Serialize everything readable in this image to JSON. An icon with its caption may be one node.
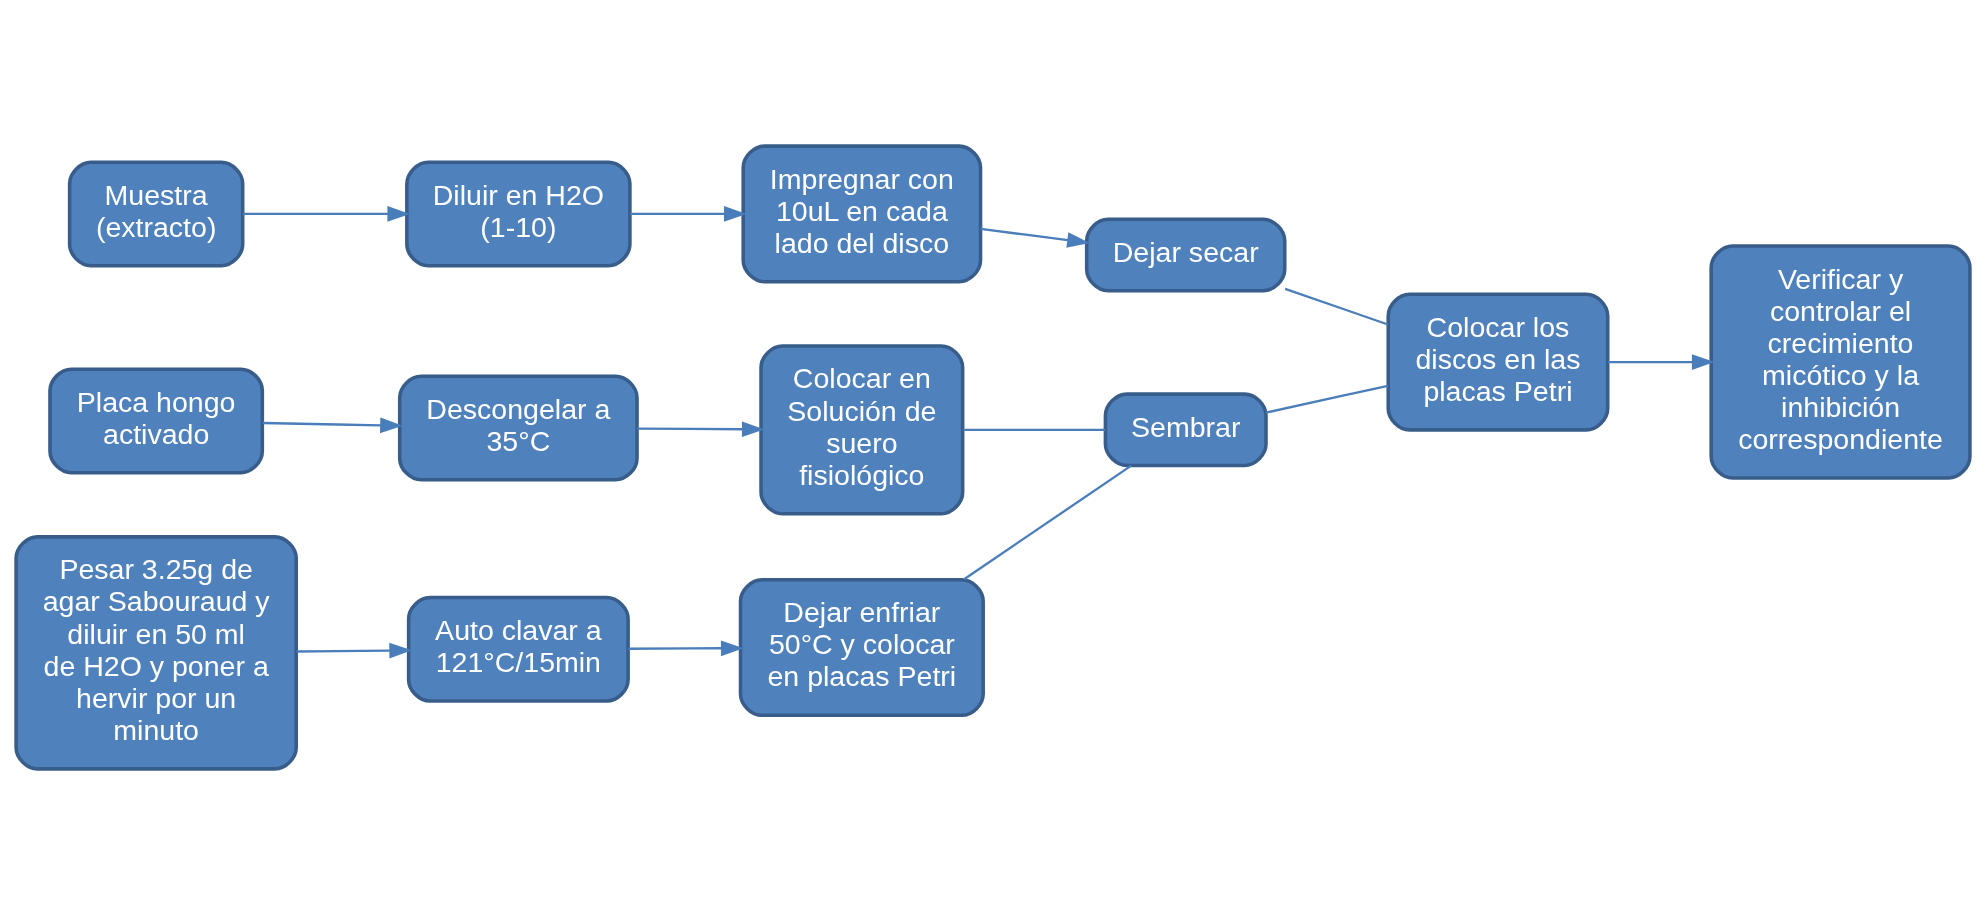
{
  "diagram": {
    "nodes": [
      {
        "text": [
          "Muestra (extracto)"
        ]
      },
      {
        "text": [
          "Diluir en H2O (1-10)"
        ]
      },
      {
        "text": [
          "Impregnar con 10uL en cada lado del disco"
        ]
      },
      {
        "text": [
          "Dejar secar"
        ]
      },
      {
        "text": [
          "Placa hongo activado"
        ]
      },
      {
        "text": [
          "Descongelar a 35°C"
        ]
      },
      {
        "text": [
          "Colocar en Solución de suero fisiológico"
        ]
      },
      {
        "text": [
          "Pesar 3.25g de agar Sabouraud y diluir en 50 ml de H2O y poner a hervir por un minuto"
        ]
      },
      {
        "text": [
          "Auto clavar a 121°C/15min"
        ]
      },
      {
        "text": [
          "Dejar enfriar 50°C y colocar en placas Petri"
        ]
      },
      {
        "text": [
          "Sembrar"
        ]
      },
      {
        "text": [
          "Colocar los discos en las placas Petri"
        ]
      },
      {
        "text": [
          "Verificar y controlar el crecimiento micótico y la inhibición correspondiente"
        ]
      }
    ],
    "edges": [
      {
        "from": 0,
        "to": 1,
        "arrow": "to"
      },
      {
        "from": 1,
        "to": 2,
        "arrow": "to"
      },
      {
        "from": 2,
        "to": 3,
        "arrow": "to"
      },
      {
        "from": 4,
        "to": 5,
        "arrow": "to"
      },
      {
        "from": 5,
        "to": 6,
        "arrow": "to"
      },
      {
        "from": 7,
        "to": 8,
        "arrow": "to"
      },
      {
        "from": 8,
        "to": 9,
        "arrow": "to"
      },
      {
        "from": 6,
        "to": 10,
        "arrow": "none"
      },
      {
        "from": 9,
        "to": 10,
        "arrow": "none"
      },
      {
        "from": 3,
        "to": 11,
        "arrow": "none"
      },
      {
        "from": 10,
        "to": 11,
        "arrow": "none"
      },
      {
        "from": 11,
        "to": 12,
        "arrow": "to"
      }
    ]
  }
}
